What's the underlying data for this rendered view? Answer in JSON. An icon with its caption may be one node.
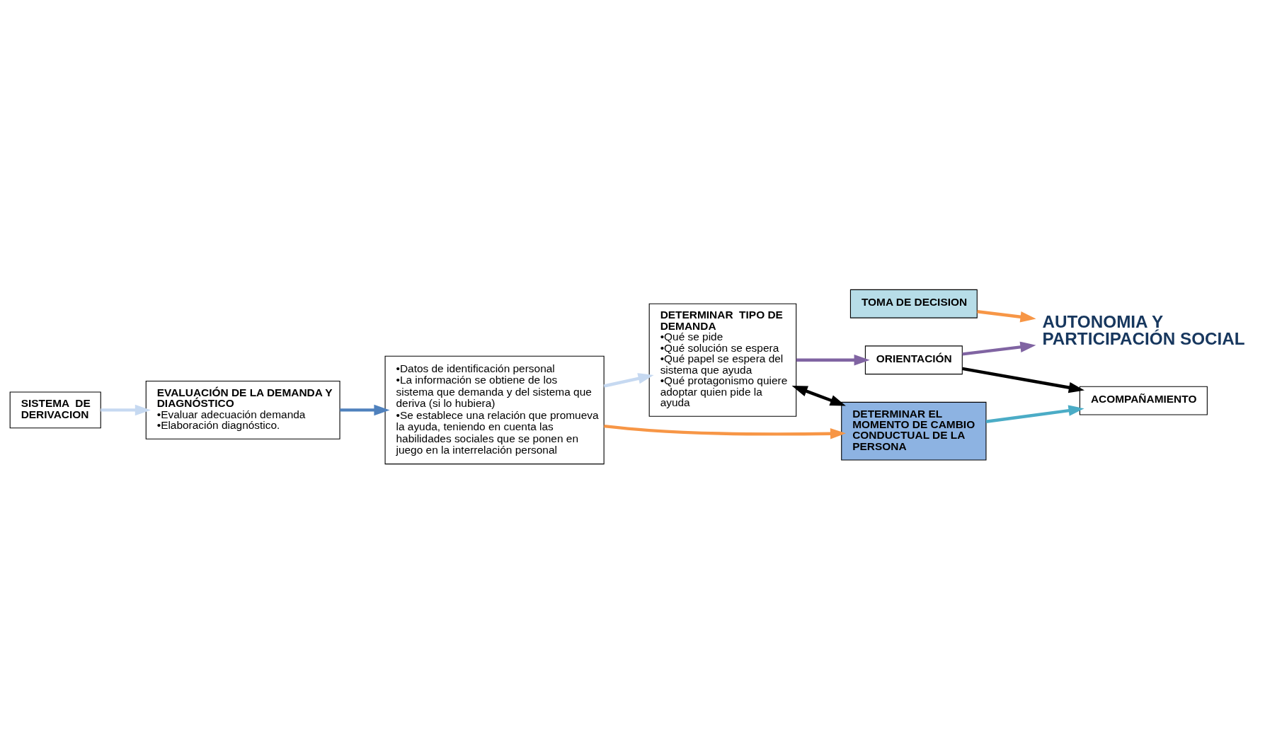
{
  "diagram": {
    "nodes": [
      {
        "text": [
          "SISTEMA  DE DERIVACION"
        ]
      },
      {
        "text": [
          "EVALUACIÓN DE LA DEMANDA Y DIAGNÓSTICO",
          "•Evaluar adecuación demanda",
          "•Elaboración diagnóstico."
        ]
      },
      {
        "text": [
          "DETERMINAR  TIPO DE DEMANDA",
          "•Qué se pide",
          "•Qué solución se espera",
          "•Qué papel se espera del sistema que ayuda",
          "•Qué protagonismo quiere adoptar quien pide la ayuda"
        ]
      },
      {
        "text": [
          "AUTONOMIA Y PARTICIPACIÓN SOCIAL"
        ]
      },
      {
        "text": [
          "•Datos de identificación personal",
          "•La información se obtiene de los sistema que demanda y del sistema que deriva (si lo hubiera)",
          "•Se establece una relación que promueva la ayuda, teniendo en cuenta las habilidades sociales que se ponen en juego en la interrelación personal"
        ]
      },
      {
        "text": [
          "ORIENTACIÓN"
        ]
      },
      {
        "text": [
          "ACOMPAÑAMIENTO"
        ]
      },
      {
        "text": [
          "DETERMINAR EL MOMENTO DE CAMBIO CONDUCTUAL DE LA PERSONA"
        ]
      },
      {
        "text": [
          "TOMA DE DECISION"
        ]
      }
    ],
    "edges": [
      {
        "from": 0,
        "to": 1,
        "arrow": "to",
        "color": "#c6d9f1"
      },
      {
        "from": 1,
        "to": 4,
        "arrow": "to",
        "color": "#4f81bd"
      },
      {
        "from": 4,
        "to": 2,
        "arrow": "to",
        "color": "#c6d9f1"
      },
      {
        "from": 2,
        "to": 7,
        "arrow": "both",
        "color": "#000000"
      },
      {
        "from": 2,
        "to": 5,
        "arrow": "to",
        "color": "#8064a2"
      },
      {
        "from": 5,
        "to": 3,
        "arrow": "to",
        "color": "#8064a2"
      },
      {
        "from": 5,
        "to": 6,
        "arrow": "to",
        "color": "#000000"
      },
      {
        "from": 4,
        "to": 7,
        "arrow": "to",
        "color": "#f79646"
      },
      {
        "from": 7,
        "to": 6,
        "arrow": "to",
        "color": "#4bacc6"
      },
      {
        "from": 8,
        "to": 3,
        "arrow": "to",
        "color": "#f79646"
      }
    ]
  }
}
